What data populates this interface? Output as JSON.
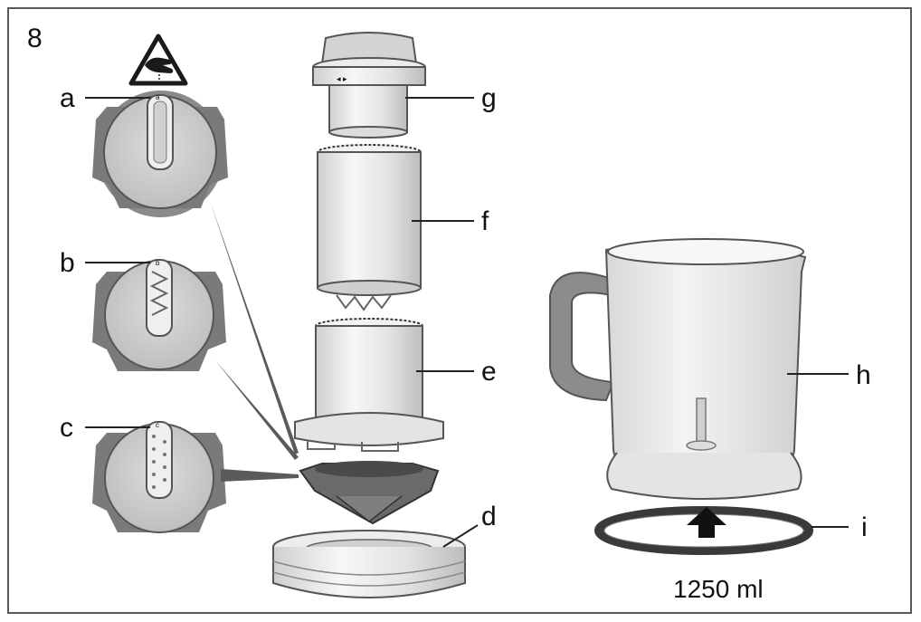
{
  "figure_number": "8",
  "parts": {
    "a": "a",
    "b": "b",
    "c": "c",
    "d": "d",
    "e": "e",
    "f": "f",
    "g": "g",
    "h": "h",
    "i": "i"
  },
  "capacity": "1250 ml",
  "blade_letters": {
    "a": "a",
    "b": "b",
    "c": "c"
  },
  "icons": {
    "warning": "hand-injury-warning-icon",
    "arrow": "up-arrow-icon"
  },
  "colors": {
    "outline": "#4a4a4a",
    "light_fill": "#e6e6e6",
    "mid_fill": "#bdbdbd",
    "dark_fill": "#6f6f6f",
    "black": "#1a1a1a"
  }
}
